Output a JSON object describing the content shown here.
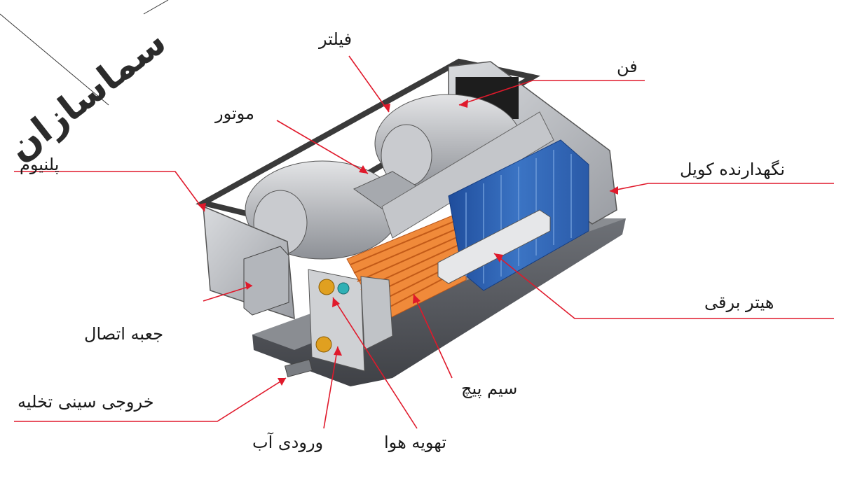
{
  "brand": "سماسازان",
  "labels": {
    "filter": "فیلتر",
    "fan": "فن",
    "motor": "موتور",
    "plenum": "پلنیوم",
    "coil_holder": "نگهدارنده کویل",
    "electric_heater": "هیتر برقی",
    "junction_box": "جعبه اتصال",
    "drain_pan_outlet": "خروجی سینی تخلیه",
    "wiring": "سیم پیچ",
    "air_vent": "تهویه هوا",
    "water_inlet": "ورودی آب"
  },
  "colors": {
    "leader": "#e0192b",
    "casing": "#b9bcc1",
    "coil_copper": "#e8732a",
    "coil_fins": "#2f5fae",
    "valve": "#e0a020"
  }
}
